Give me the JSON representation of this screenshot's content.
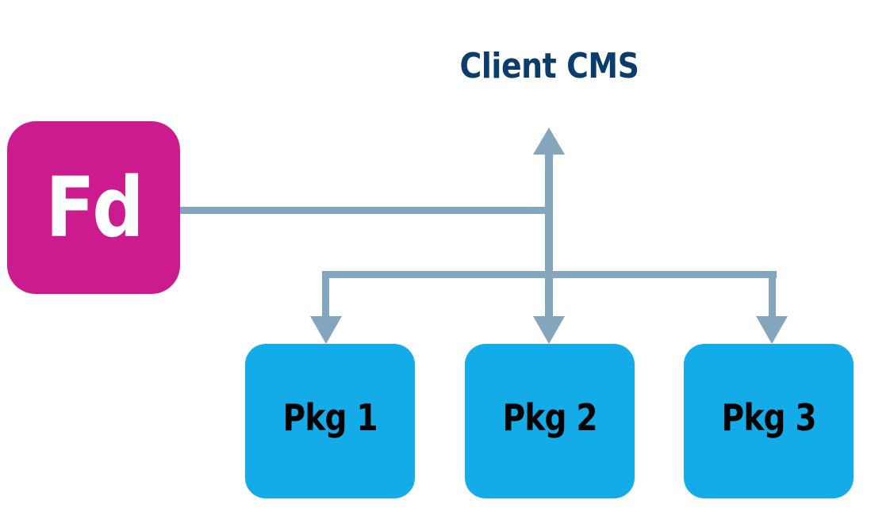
{
  "diagram": {
    "title": "Client CMS",
    "source": {
      "label": "Fd"
    },
    "packages": [
      {
        "label": "Pkg 1"
      },
      {
        "label": "Pkg 2"
      },
      {
        "label": "Pkg 3"
      }
    ],
    "edges": [
      {
        "from": "Fd",
        "to": "Client CMS",
        "arrow": "end"
      },
      {
        "from": "Fd",
        "to": "Pkg 1",
        "arrow": "end"
      },
      {
        "from": "Fd",
        "to": "Pkg 2",
        "arrow": "end"
      },
      {
        "from": "Fd",
        "to": "Pkg 3",
        "arrow": "end"
      }
    ]
  },
  "colors": {
    "title": "#0a3d6b",
    "source_fill": "#cc1b8e",
    "source_text": "#ffffff",
    "package_fill": "#14ace8",
    "package_text": "#000000",
    "connector": "#84a6bd",
    "background": "#ffffff"
  }
}
